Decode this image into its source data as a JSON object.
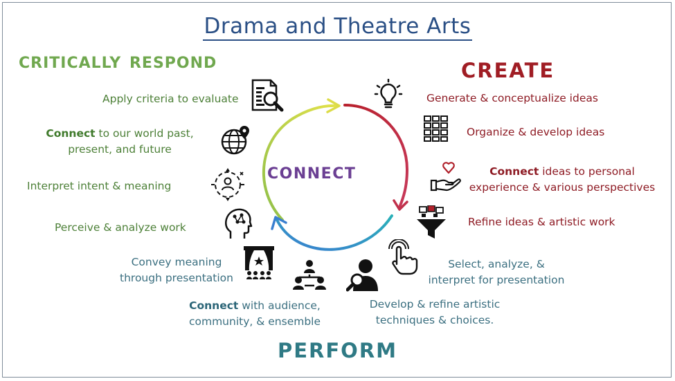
{
  "title": "Drama and Theatre Arts",
  "headings": {
    "respond": "critically respond",
    "create": "create",
    "perform": "perform",
    "connect": "connect"
  },
  "respond": {
    "apply": "Apply criteria to evaluate",
    "connect_bold": "Connect",
    "connect_rest": " to our world past,",
    "connect_line2": "present, and future",
    "interpret": "Interpret intent & meaning",
    "perceive": "Perceive & analyze work"
  },
  "create": {
    "generate": "Generate & conceptualize ideas",
    "organize": "Organize & develop ideas",
    "connect_bold": "Connect",
    "connect_rest": " ideas to personal",
    "connect_line2": "experience & various perspectives",
    "refine": "Refine ideas & artistic work"
  },
  "perform": {
    "convey_line1": "Convey meaning",
    "convey_line2": "through presentation",
    "connect_bold": "Connect",
    "connect_rest": " with audience,",
    "connect_line2": "community, & ensemble",
    "develop_line1": "Develop & refine artistic",
    "develop_line2": "techniques & choices.",
    "select_line1": "Select, analyze, &",
    "select_line2": "interpret for presentation"
  },
  "colors": {
    "respond": "#70a84f",
    "create": "#a01d24",
    "perform": "#2f7a85",
    "connect": "#6b3f93",
    "title": "#2a4f85"
  },
  "icons": [
    "document-search-icon",
    "globe-pin-icon",
    "target-person-icon",
    "head-network-icon",
    "lightbulb-icon",
    "grid-blocks-icon",
    "hand-heart-icon",
    "funnel-icon",
    "touch-hand-icon",
    "person-search-icon",
    "team-hierarchy-icon",
    "stage-curtain-icon"
  ]
}
